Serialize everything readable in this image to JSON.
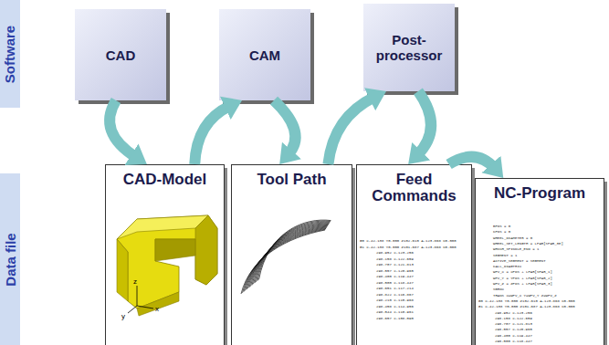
{
  "diagram": {
    "nodes": [
      {
        "text": [
          "Software"
        ]
      },
      {
        "text": [
          "CAD"
        ]
      },
      {
        "text": [
          "CAM"
        ]
      },
      {
        "text": [
          "Post-processor"
        ]
      },
      {
        "text": [
          "Data file"
        ]
      },
      {
        "text": [
          "CAD-Model"
        ]
      },
      {
        "text": [
          "Tool Path"
        ]
      },
      {
        "text": [
          "Feed Commands"
        ]
      },
      {
        "text": [
          "NC-Program"
        ]
      }
    ],
    "edges": [
      {
        "from": 1,
        "to": 5,
        "arrow": "to"
      },
      {
        "from": 5,
        "to": 2,
        "arrow": "to"
      },
      {
        "from": 2,
        "to": 6,
        "arrow": "to"
      },
      {
        "from": 6,
        "to": 3,
        "arrow": "to"
      },
      {
        "from": 3,
        "to": 7,
        "arrow": "to"
      },
      {
        "from": 7,
        "to": 8,
        "arrow": "to"
      }
    ],
    "labels": [
      "z",
      "y",
      "x",
      "G0 X-42.138 Y0.000 Z102.610 A-123.868 C0.000",
      "G1 X-42.138 Y0.000 Z101.687 A-123.868 C0.000",
      "298.952 X-123.256",
      "298.158 X-122.659",
      "298.707 X-121.813",
      "298.557 X-120.965",
      "298.400 X-119.447",
      "298.500 X-118.447",
      "298.651 X-117.214",
      "298.822 X-116.867",
      "298.210 X-115.968",
      "298.458 X-114.956",
      "298.544 X-110.961",
      "298.657 X-108.090",
      "BPOS = 0",
      "CPOS = 0",
      "WHEEL_DIAMETER = 0",
      "WHEEL_SET_LENGTH = LPAR[SPAR_3E]",
      "WHICH_SPINDLE_END = 1",
      "SEGMENT = 1",
      "ACTIVE_SEGMENT = SEGMENT",
      "CALL_DIAGTRIX",
      "WPV_X = XPOS + LPAR[SPAR_1]",
      "WPV_Y = YPOS + LPAR[SPAR_2]",
      "WPV_Z = ZPOS + LPAR[SPAR_3]",
      "SBROX",
      "TRANS X=WPV_X Y=WPV_Y Z=WPV_Z",
      "G0 X-42.138 Y0.000 Z102.610 A-123.868 C0.000",
      "G1 X-42.138 Y0.000 Z101.687 A-123.868 C0.000",
      "298.952 X-123.256",
      "298.158 X-122.659",
      "298.707 X-121.813",
      "298.557 X-120.965",
      "298.400 X-119.447",
      "298.500 X-118.447"
    ]
  }
}
